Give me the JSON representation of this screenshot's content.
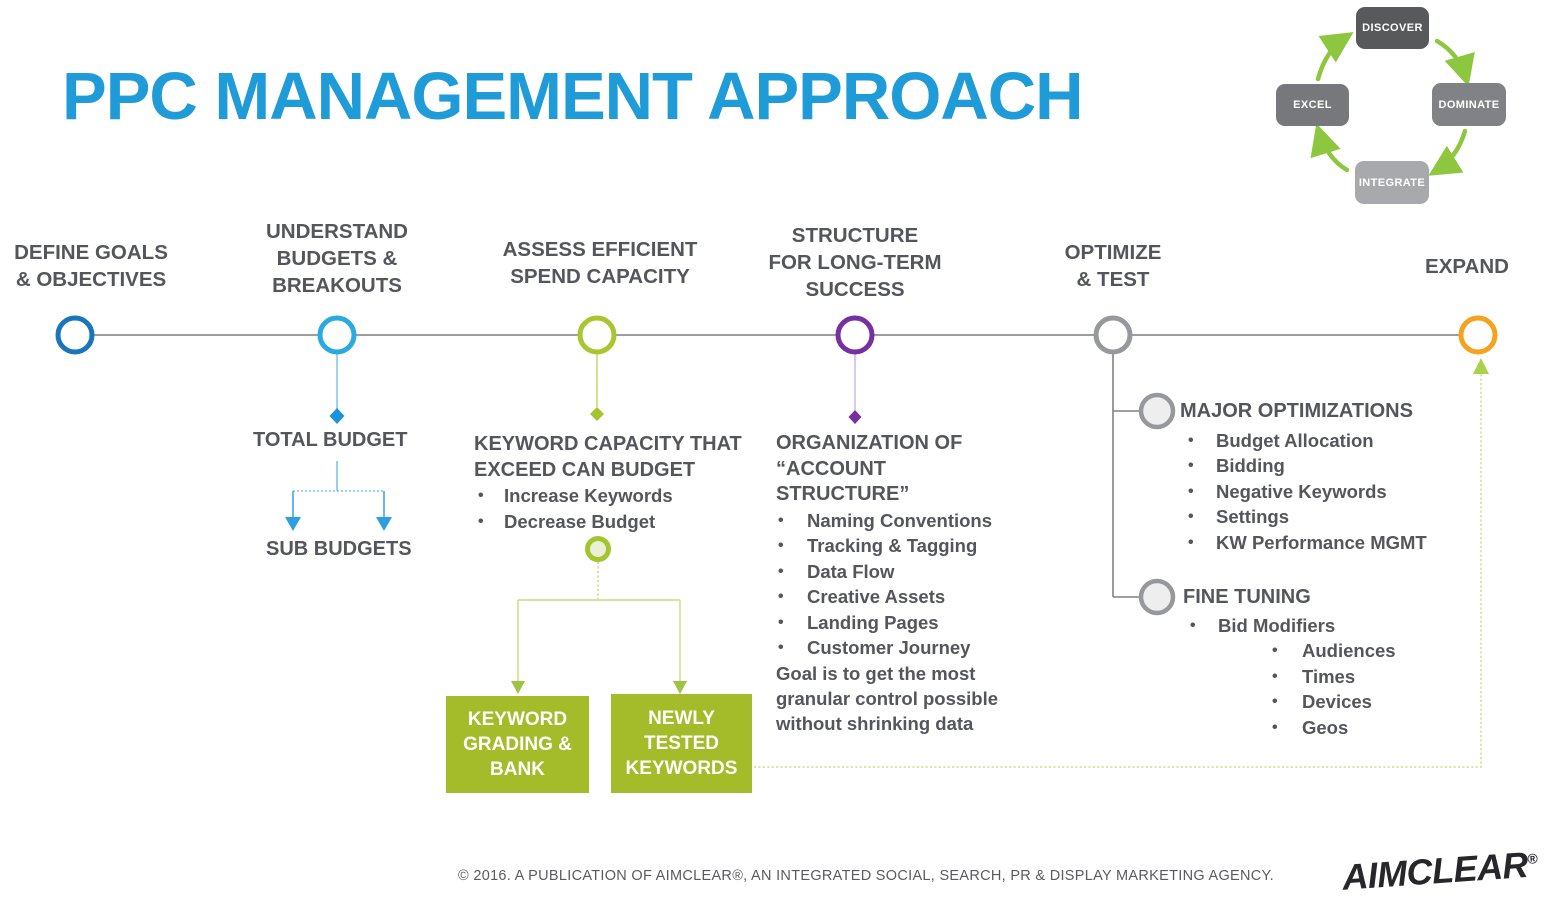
{
  "title": "PPC MANAGEMENT APPROACH",
  "colors": {
    "title_blue": "#1f9bd8",
    "stage_define": "#1b75bb",
    "stage_budgets": "#29abe2",
    "stage_capacity": "#a8c62e",
    "stage_structure": "#7630a0",
    "stage_optimize": "#96989b",
    "stage_expand": "#f5a21f",
    "green_box": "#a4bc2a",
    "cycle_arrow_green": "#8dc63f",
    "text_gray": "#54565b"
  },
  "cycle": {
    "discover": "DISCOVER",
    "dominate": "DOMINATE",
    "integrate": "INTEGRATE",
    "excel": "EXCEL"
  },
  "timeline": {
    "stages": [
      {
        "lines": [
          "DEFINE GOALS",
          "& OBJECTIVES"
        ],
        "color": "#1b75bb"
      },
      {
        "lines": [
          "UNDERSTAND",
          "BUDGETS &",
          "BREAKOUTS"
        ],
        "color": "#29abe2"
      },
      {
        "lines": [
          "ASSESS EFFICIENT",
          "SPEND CAPACITY"
        ],
        "color": "#a8c62e"
      },
      {
        "lines": [
          "STRUCTURE",
          "FOR LONG-TERM",
          "SUCCESS"
        ],
        "color": "#7630a0"
      },
      {
        "lines": [
          "OPTIMIZE",
          "& TEST"
        ],
        "color": "#96989b"
      },
      {
        "lines": [
          "EXPAND"
        ],
        "color": "#f5a21f"
      }
    ]
  },
  "budget_branch": {
    "total": "TOTAL BUDGET",
    "sub": "SUB BUDGETS"
  },
  "capacity_branch": {
    "heading_lines": [
      "KEYWORD CAPACITY THAT",
      "EXCEED CAN BUDGET"
    ],
    "bullets": [
      "Increase Keywords",
      "Decrease Budget"
    ],
    "box1_lines": [
      "KEYWORD",
      "GRADING &",
      "BANK"
    ],
    "box2_lines": [
      "NEWLY",
      "TESTED",
      "KEYWORDS"
    ]
  },
  "structure_branch": {
    "heading_lines": [
      "ORGANIZATION OF",
      "“ACCOUNT",
      "STRUCTURE”"
    ],
    "bullets": [
      "Naming Conventions",
      "Tracking & Tagging",
      "Data Flow",
      "Creative Assets",
      "Landing Pages",
      "Customer Journey"
    ],
    "note_lines": [
      "Goal is to get the most",
      "granular control possible",
      "without shrinking data"
    ]
  },
  "optimize_branch": {
    "major": {
      "heading": "MAJOR OPTIMIZATIONS",
      "bullets": [
        "Budget Allocation",
        "Bidding",
        "Negative Keywords",
        "Settings",
        "KW Performance MGMT"
      ]
    },
    "fine": {
      "heading": "FINE TUNING",
      "bullet": "Bid Modifiers",
      "sub_bullets": [
        "Audiences",
        "Times",
        "Devices",
        "Geos"
      ]
    }
  },
  "footer": {
    "text": "© 2016.  A PUBLICATION OF AIMCLEAR®, AN INTEGRATED SOCIAL, SEARCH, PR & DISPLAY MARKETING AGENCY.",
    "logo": "AIMCLEAR",
    "logo_reg": "®"
  }
}
